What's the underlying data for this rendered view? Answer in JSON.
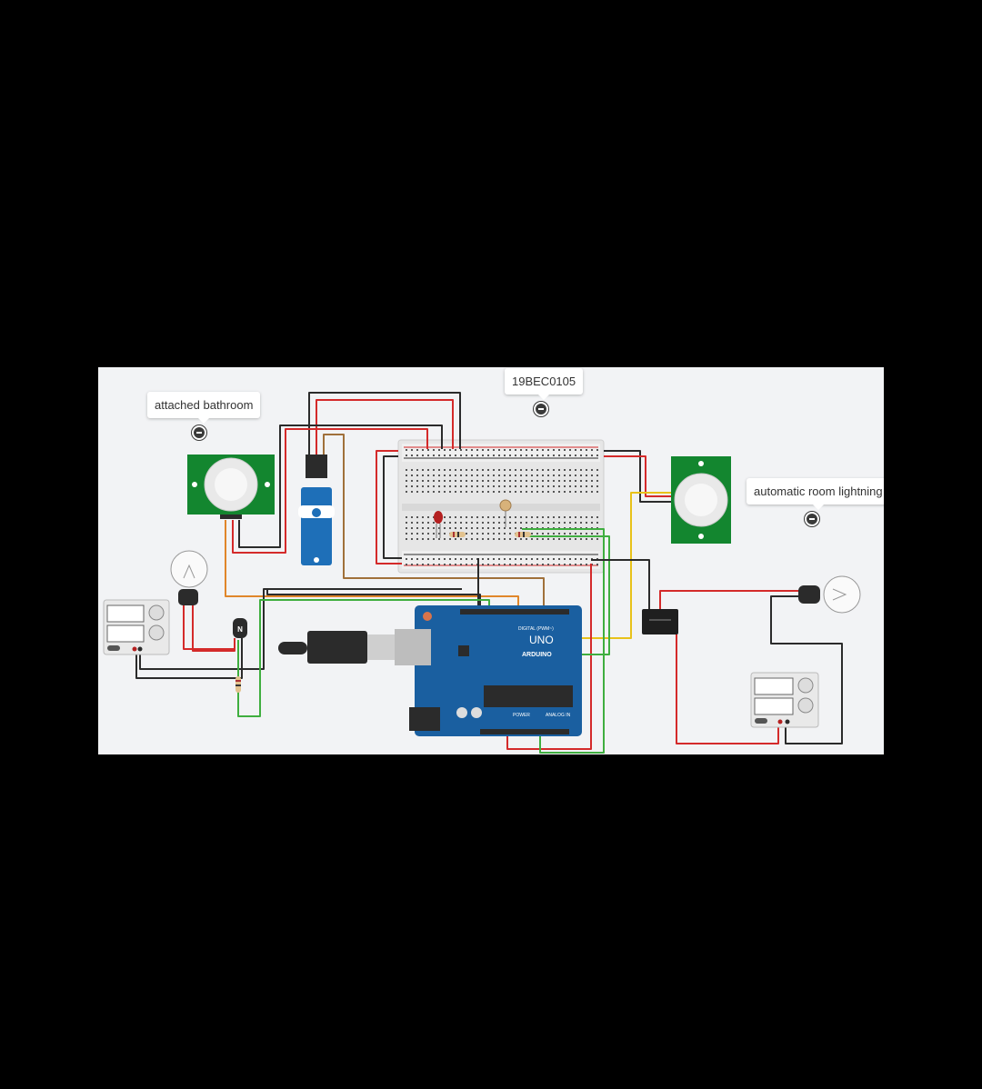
{
  "notes": {
    "bathroom": "attached bathroom",
    "id_label": "19BEC0105",
    "room": "automatic room lightning"
  },
  "arduino": {
    "logo": "ARDUINO",
    "model": "UNO",
    "digital_label": "DIGITAL (PWM~)",
    "power_label": "POWER",
    "analog_label": "ANALOG IN"
  },
  "transistor": {
    "label": "N"
  },
  "colors": {
    "canvas": "#f2f3f5",
    "wire_red": "#d42a2a",
    "wire_black": "#2b2b2b",
    "wire_green": "#3fae3f",
    "wire_yellow": "#e8c21a",
    "wire_orange": "#e0862a",
    "wire_brown": "#a0703a",
    "pcb_green": "#13862f",
    "arduino_blue": "#1a5fa0",
    "servo_blue": "#1e6fb8"
  }
}
